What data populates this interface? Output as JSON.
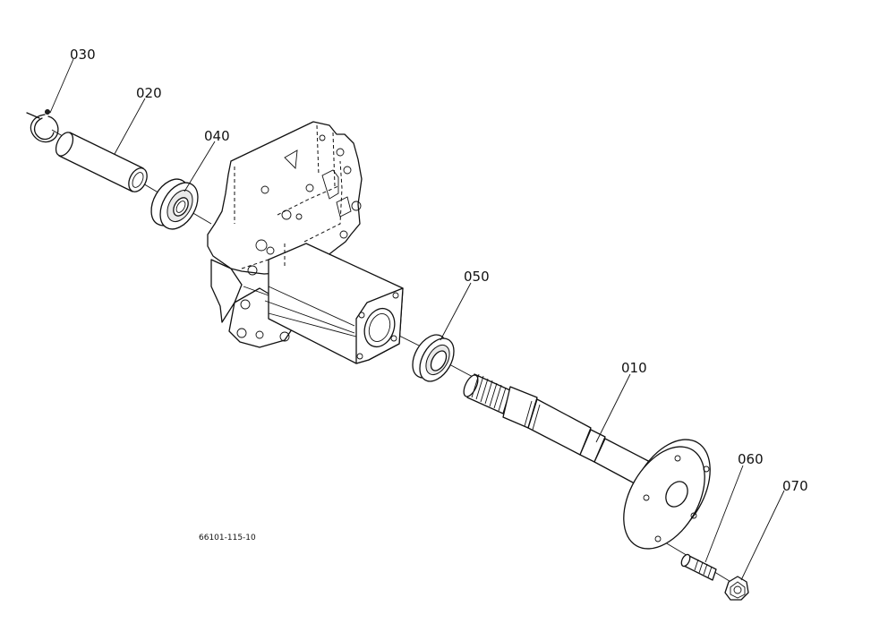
{
  "parts": [
    {
      "id": "030",
      "name": "circlip"
    },
    {
      "id": "020",
      "name": "collar"
    },
    {
      "id": "040",
      "name": "ball-bearing"
    },
    {
      "id": "050",
      "name": "oil-seal"
    },
    {
      "id": "010",
      "name": "axle-shaft"
    },
    {
      "id": "060",
      "name": "stud-bolt"
    },
    {
      "id": "070",
      "name": "nut"
    }
  ],
  "drawing_code": "66101-115-10"
}
